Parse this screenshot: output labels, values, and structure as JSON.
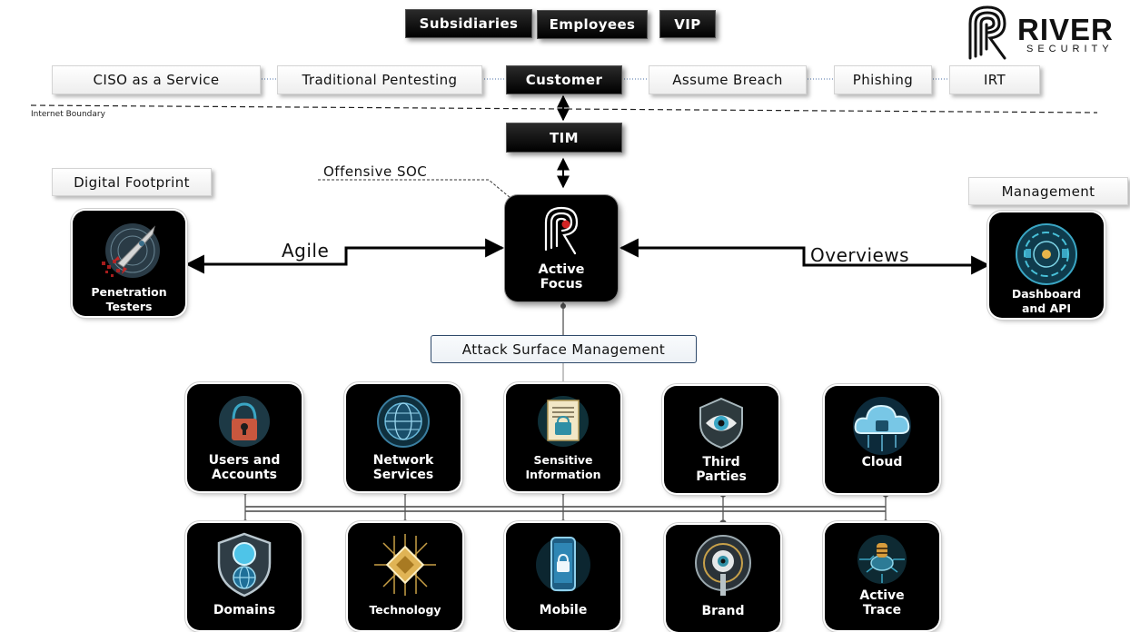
{
  "header": {
    "logo_word": "RIVER",
    "logo_sub": "SECURITY",
    "top_tabs": [
      "Subsidiaries",
      "Employees",
      "VIP"
    ]
  },
  "service_row": {
    "items": [
      "CISO as a Service",
      "Traditional Pentesting",
      "Customer",
      "Assume Breach",
      "Phishing",
      "IRT"
    ]
  },
  "internet_boundary": "Internet Boundary",
  "tim": "TIM",
  "offensive_soc": "Offensive SOC",
  "digital_footprint": "Digital Footprint",
  "management": "Management",
  "agile": "Agile",
  "overviews": "Overviews",
  "center": {
    "label": "Active\nFocus"
  },
  "left_node": {
    "label": "Penetration\nTesters",
    "icon": "rocket-icon"
  },
  "right_node": {
    "label": "Dashboard\nand API",
    "icon": "dashboard-icon"
  },
  "asm": "Attack Surface Management",
  "row1": [
    {
      "label": "Users and\nAccounts",
      "icon": "user-lock-icon"
    },
    {
      "label": "Network\nServices",
      "icon": "network-globe-icon"
    },
    {
      "label": "Sensitive\nInformation",
      "icon": "document-lock-icon"
    },
    {
      "label": "Third\nParties",
      "icon": "eye-shield-icon"
    },
    {
      "label": "Cloud",
      "icon": "cloud-icon"
    }
  ],
  "row2": [
    {
      "label": "Domains",
      "icon": "globe-shield-icon"
    },
    {
      "label": "Technology",
      "icon": "chip-icon"
    },
    {
      "label": "Mobile",
      "icon": "phone-lock-icon"
    },
    {
      "label": "Brand",
      "icon": "brand-eye-icon"
    },
    {
      "label": "Active\nTrace",
      "icon": "trace-circuit-icon"
    }
  ],
  "colors": {
    "tile_bg": "#000000",
    "accent": "#cc1f1f",
    "teal": "#3aa6c4"
  }
}
